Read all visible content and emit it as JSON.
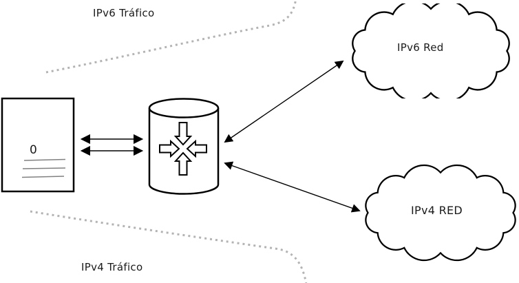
{
  "diagram": {
    "title": "IPv4/IPv6 traffic routing diagram",
    "labels": {
      "top_traffic": "IPv6 Tráfico",
      "bottom_traffic": "IPv4 Tráfico",
      "top_cloud": "IPv6 Red",
      "bottom_cloud": "IPv4 RED",
      "host_screen": "0"
    },
    "icons": [
      "host-box-icon",
      "router-cylinder-icon",
      "cloud-icon",
      "double-arrow-icon",
      "dotted-traffic-path"
    ],
    "colors": {
      "background": "#ffffff",
      "stroke": "#000000",
      "dotted_path": "#b3b3b3",
      "host_text_lines": "#808080",
      "text": "#1a1a1a"
    }
  }
}
